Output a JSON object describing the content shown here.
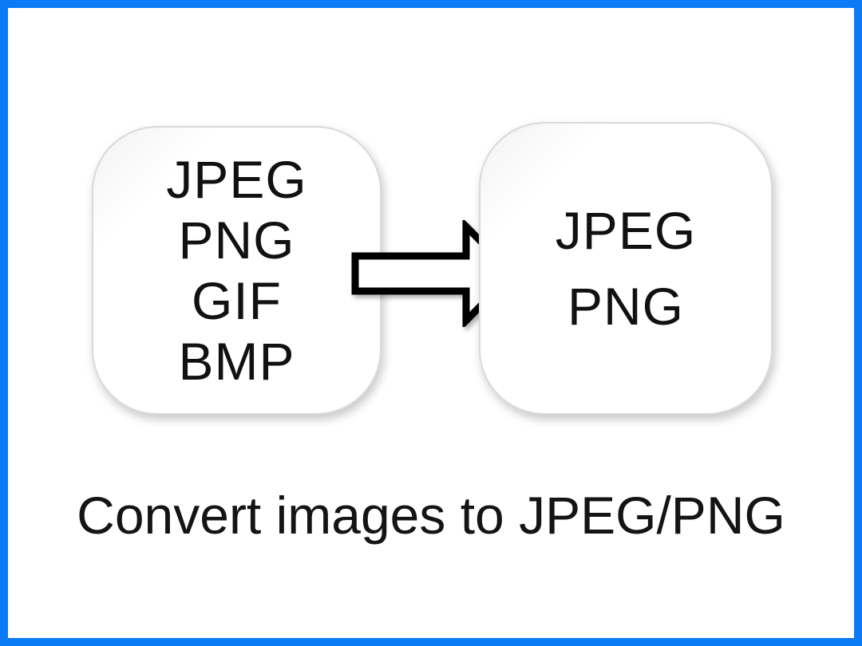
{
  "page": {
    "frame_color": "#0a7af5",
    "background_color": "#ffffff",
    "text_color": "#111111"
  },
  "source_card": {
    "formats": [
      "JPEG",
      "PNG",
      "GIF",
      "BMP"
    ]
  },
  "target_card": {
    "formats": [
      "JPEG",
      "PNG"
    ]
  },
  "arrow": {
    "icon": "right-block-arrow",
    "fill": "#ffffff",
    "stroke": "#000000"
  },
  "caption": {
    "text": "Convert images to JPEG/PNG"
  }
}
